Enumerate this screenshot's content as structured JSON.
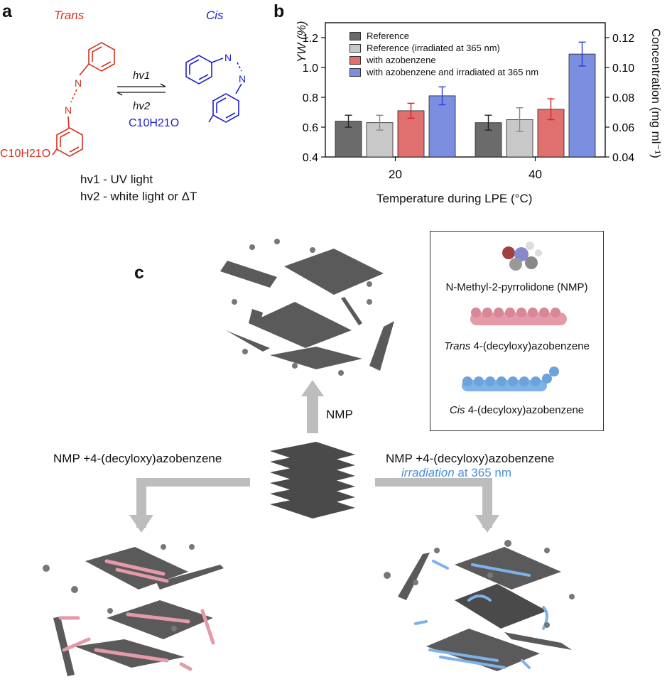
{
  "panels": {
    "a": "a",
    "b": "b",
    "c": "c"
  },
  "panel_a": {
    "trans_label": "Trans",
    "cis_label": "Cis",
    "trans_chain": "C10H21O",
    "cis_chain": "C10H21O",
    "hv1": "hv1",
    "hv2": "hv2",
    "legend_line1": "hv1 - UV light",
    "legend_line2": "hv2 - white light or ΔT",
    "colors": {
      "trans": "#d6301e",
      "cis": "#2020d0"
    }
  },
  "chart_data": {
    "type": "bar",
    "categories": [
      "20",
      "40"
    ],
    "xlabel": "Temperature during LPE (°C)",
    "ylabel": "YW (%)",
    "y2label": "Concentration (mg ml⁻¹)",
    "ylim": [
      0.4,
      1.3
    ],
    "y2lim": [
      0.04,
      0.13
    ],
    "yticks": [
      "0.4",
      "0.6",
      "0.8",
      "1.0",
      "1.2"
    ],
    "y2ticks": [
      "0.04",
      "0.06",
      "0.08",
      "0.10",
      "0.12"
    ],
    "legend_position": "top-left",
    "series": [
      {
        "name": "Reference",
        "color": "#6b6b6b",
        "values": [
          0.64,
          0.63
        ],
        "errors": [
          0.04,
          0.05
        ]
      },
      {
        "name": "Reference (irradiated at 365 nm)",
        "color": "#c8c8c8",
        "values": [
          0.63,
          0.65
        ],
        "errors": [
          0.05,
          0.08
        ]
      },
      {
        "name": "with azobenzene",
        "color": "#e07070",
        "values": [
          0.71,
          0.72
        ],
        "errors": [
          0.05,
          0.07
        ]
      },
      {
        "name": "with azobenzene and irradiated at 365 nm",
        "color": "#7b8ee0",
        "values": [
          0.81,
          1.09
        ],
        "errors": [
          0.06,
          0.08
        ]
      }
    ]
  },
  "panel_c": {
    "key_nmp": "N-Methyl-2-pyrrolidone (NMP)",
    "key_trans_italic": "Trans",
    "key_trans_rest": " 4-(decyloxy)azobenzene",
    "key_cis_italic": "Cis",
    "key_cis_rest": " 4-(decyloxy)azobenzene",
    "arrow_up": "NMP",
    "left_label": "NMP +4-(decyloxy)azobenzene",
    "right_label": "NMP +4-(decyloxy)azobenzene",
    "right_irr_italic": "irradiation",
    "right_irr_rest": " at 365 nm",
    "colors": {
      "arrow": "#bdbdbd",
      "irradiation": "#4a90d9",
      "trans_mol": "#e49aa8",
      "cis_mol": "#7fb2e8",
      "sheet": "#555555"
    }
  }
}
